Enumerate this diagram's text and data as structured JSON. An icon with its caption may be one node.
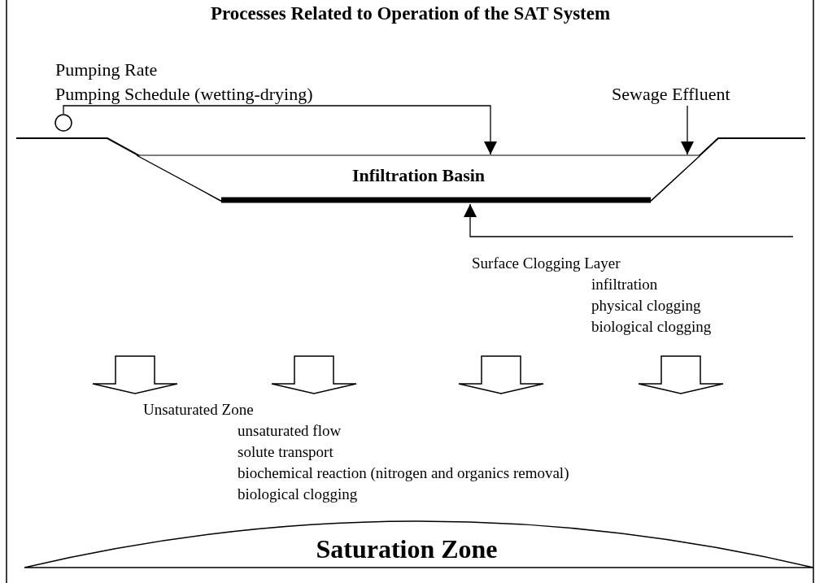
{
  "diagram": {
    "title": "Processes Related to Operation of the SAT System",
    "nodes": [
      {
        "text": [],
        "shape": "circle"
      },
      {
        "text": [
          "Sewage Effluent"
        ]
      },
      {
        "text": [
          "Infiltration Basin"
        ]
      },
      {
        "text": [
          "Saturation Zone"
        ]
      }
    ],
    "edges": [
      {
        "from": 0,
        "to": 2,
        "arrow": "to"
      },
      {
        "from": 1,
        "to": 2,
        "arrow": "to"
      },
      {
        "from": null,
        "to": 2,
        "arrow": "to"
      }
    ],
    "labels": [
      "Pumping Rate",
      "Pumping Schedule (wetting-drying)",
      "Surface Clogging Layer",
      "infiltration",
      "physical clogging",
      "biological clogging",
      "Unsaturated Zone",
      "unsaturated flow",
      "solute transport",
      "biochemical reaction (nitrogen and organics removal)",
      "biological clogging"
    ]
  }
}
